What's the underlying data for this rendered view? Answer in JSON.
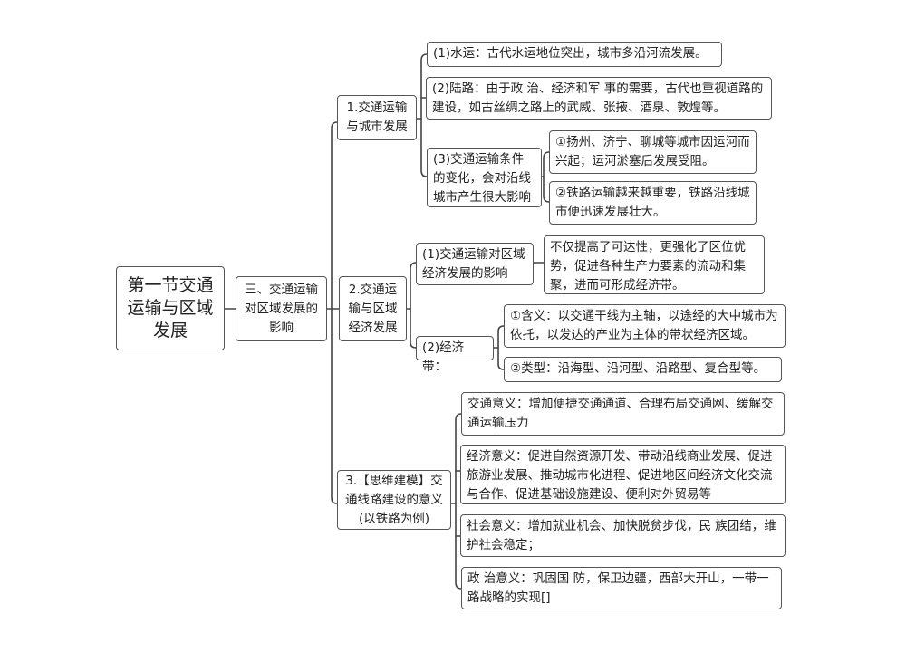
{
  "root": {
    "label": "第一节交通运输与区域发展"
  },
  "section": {
    "label": "三、交通运输对区域发展的影响"
  },
  "branch1": {
    "label": "1.交通运输与城市发展",
    "items": [
      "(1)水运：古代水运地位突出，城市多沿河流发展。",
      "(2)陆路：由于政 治、经济和军 事的需要，古代也重视道路的建设，如古丝绸之路上的武威、张掖、酒泉、敦煌等。",
      "(3)交通运输条件的变化，会对沿线城市产生很大影响"
    ],
    "sub": [
      "①扬州、济宁、聊城等城市因运河而兴起；运河淤塞后发展受阻。",
      "②铁路运输越来越重要，铁路沿线城市便迅速发展壮大。"
    ]
  },
  "branch2": {
    "label": "2.交通运输与区域经济发展",
    "item1": "(1)交通运输对区域经济发展的影响",
    "item1_detail": "不仅提高了可达性，更强化了区位优势，促进各种生产力要素的流动和集聚，进而可形成经济带。",
    "item2": "(2)经济带：",
    "item2_details": [
      "①含义：以交通干线为主轴，以途经的大中城市为依托，以发达的产业为主体的带状经济区域。",
      "②类型：沿海型、沿河型、沿路型、复合型等。"
    ]
  },
  "branch3": {
    "label": "3.【思维建模】交通线路建设的意义(以铁路为例)",
    "items": [
      "交通意义：增加便捷交通通道、合理布局交通网、缓解交通运输压力",
      "经济意义：促进自然资源开发、带动沿线商业发展、促进旅游业发展、推动城市化进程、促进地区间经济文化交流与合作、促进基础设施建设、便利对外贸易等",
      "社会意义：增加就业机会、加快脱贫步伐，民 族团结，维护社会稳定；",
      "政 治意义：巩固国 防，保卫边疆，西部大开山，一带一路战略的实现[]"
    ]
  }
}
